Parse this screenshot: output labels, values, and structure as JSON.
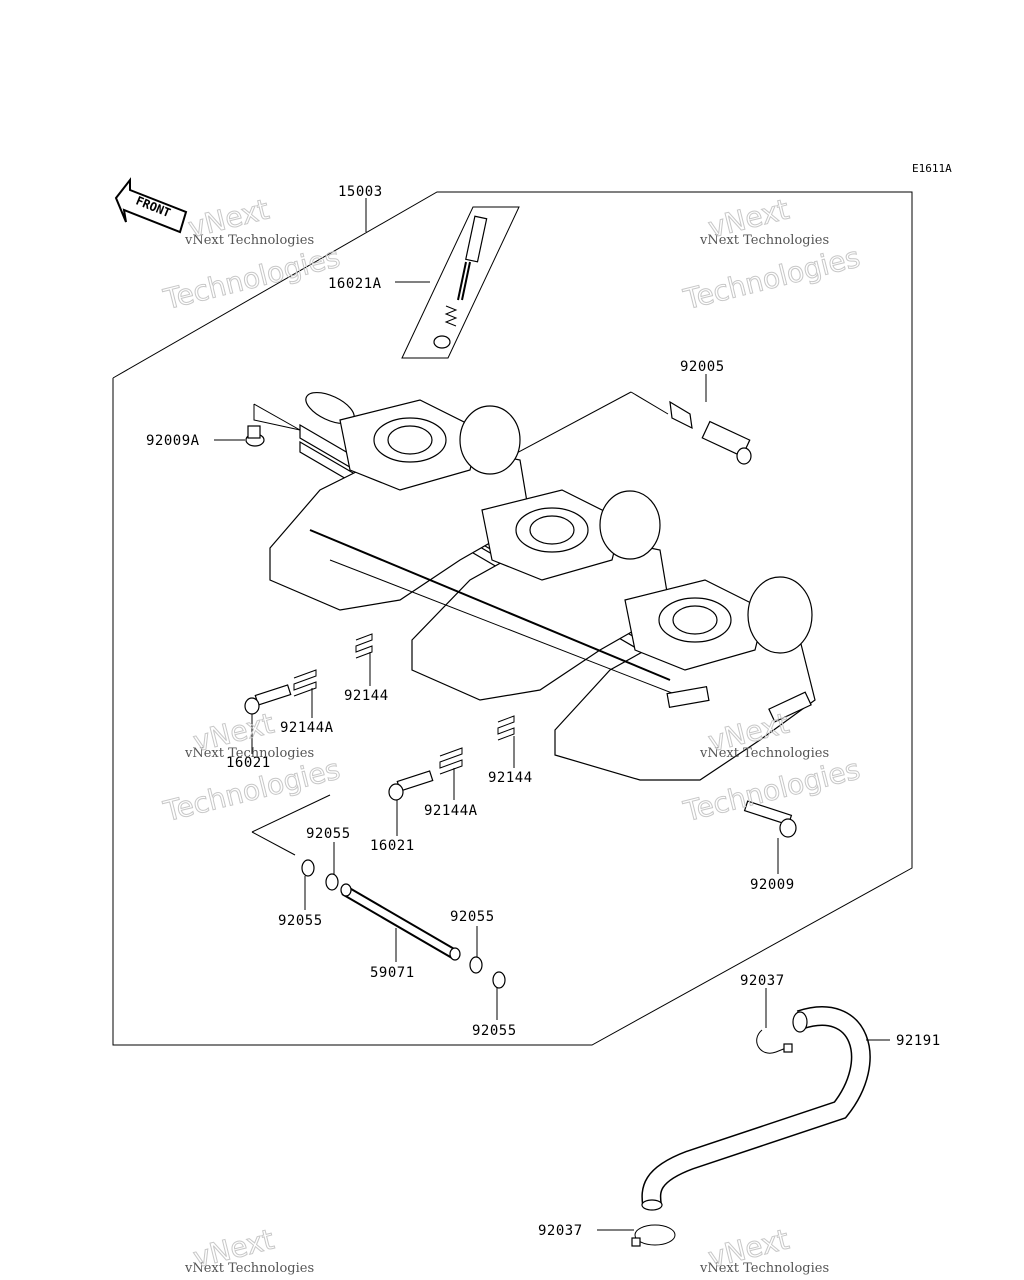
{
  "diagram_code": "E1611A",
  "front_label": "FRONT",
  "watermark": {
    "line1": "vNext Technologies",
    "line2": "vNext",
    "line3": "Technologies"
  },
  "callouts": {
    "c15003": "15003",
    "c16021A": "16021A",
    "c92005": "92005",
    "c92009A": "92009A",
    "c92144_a": "92144",
    "c92144A_a": "92144A",
    "c16021_a": "16021",
    "c92144_b": "92144",
    "c92144A_b": "92144A",
    "c16021_b": "16021",
    "c92009": "92009",
    "c92055_a": "92055",
    "c92055_b": "92055",
    "c92055_c": "92055",
    "c92055_d": "92055",
    "c59071": "59071",
    "c92037_a": "92037",
    "c92191": "92191",
    "c92037_b": "92037"
  }
}
